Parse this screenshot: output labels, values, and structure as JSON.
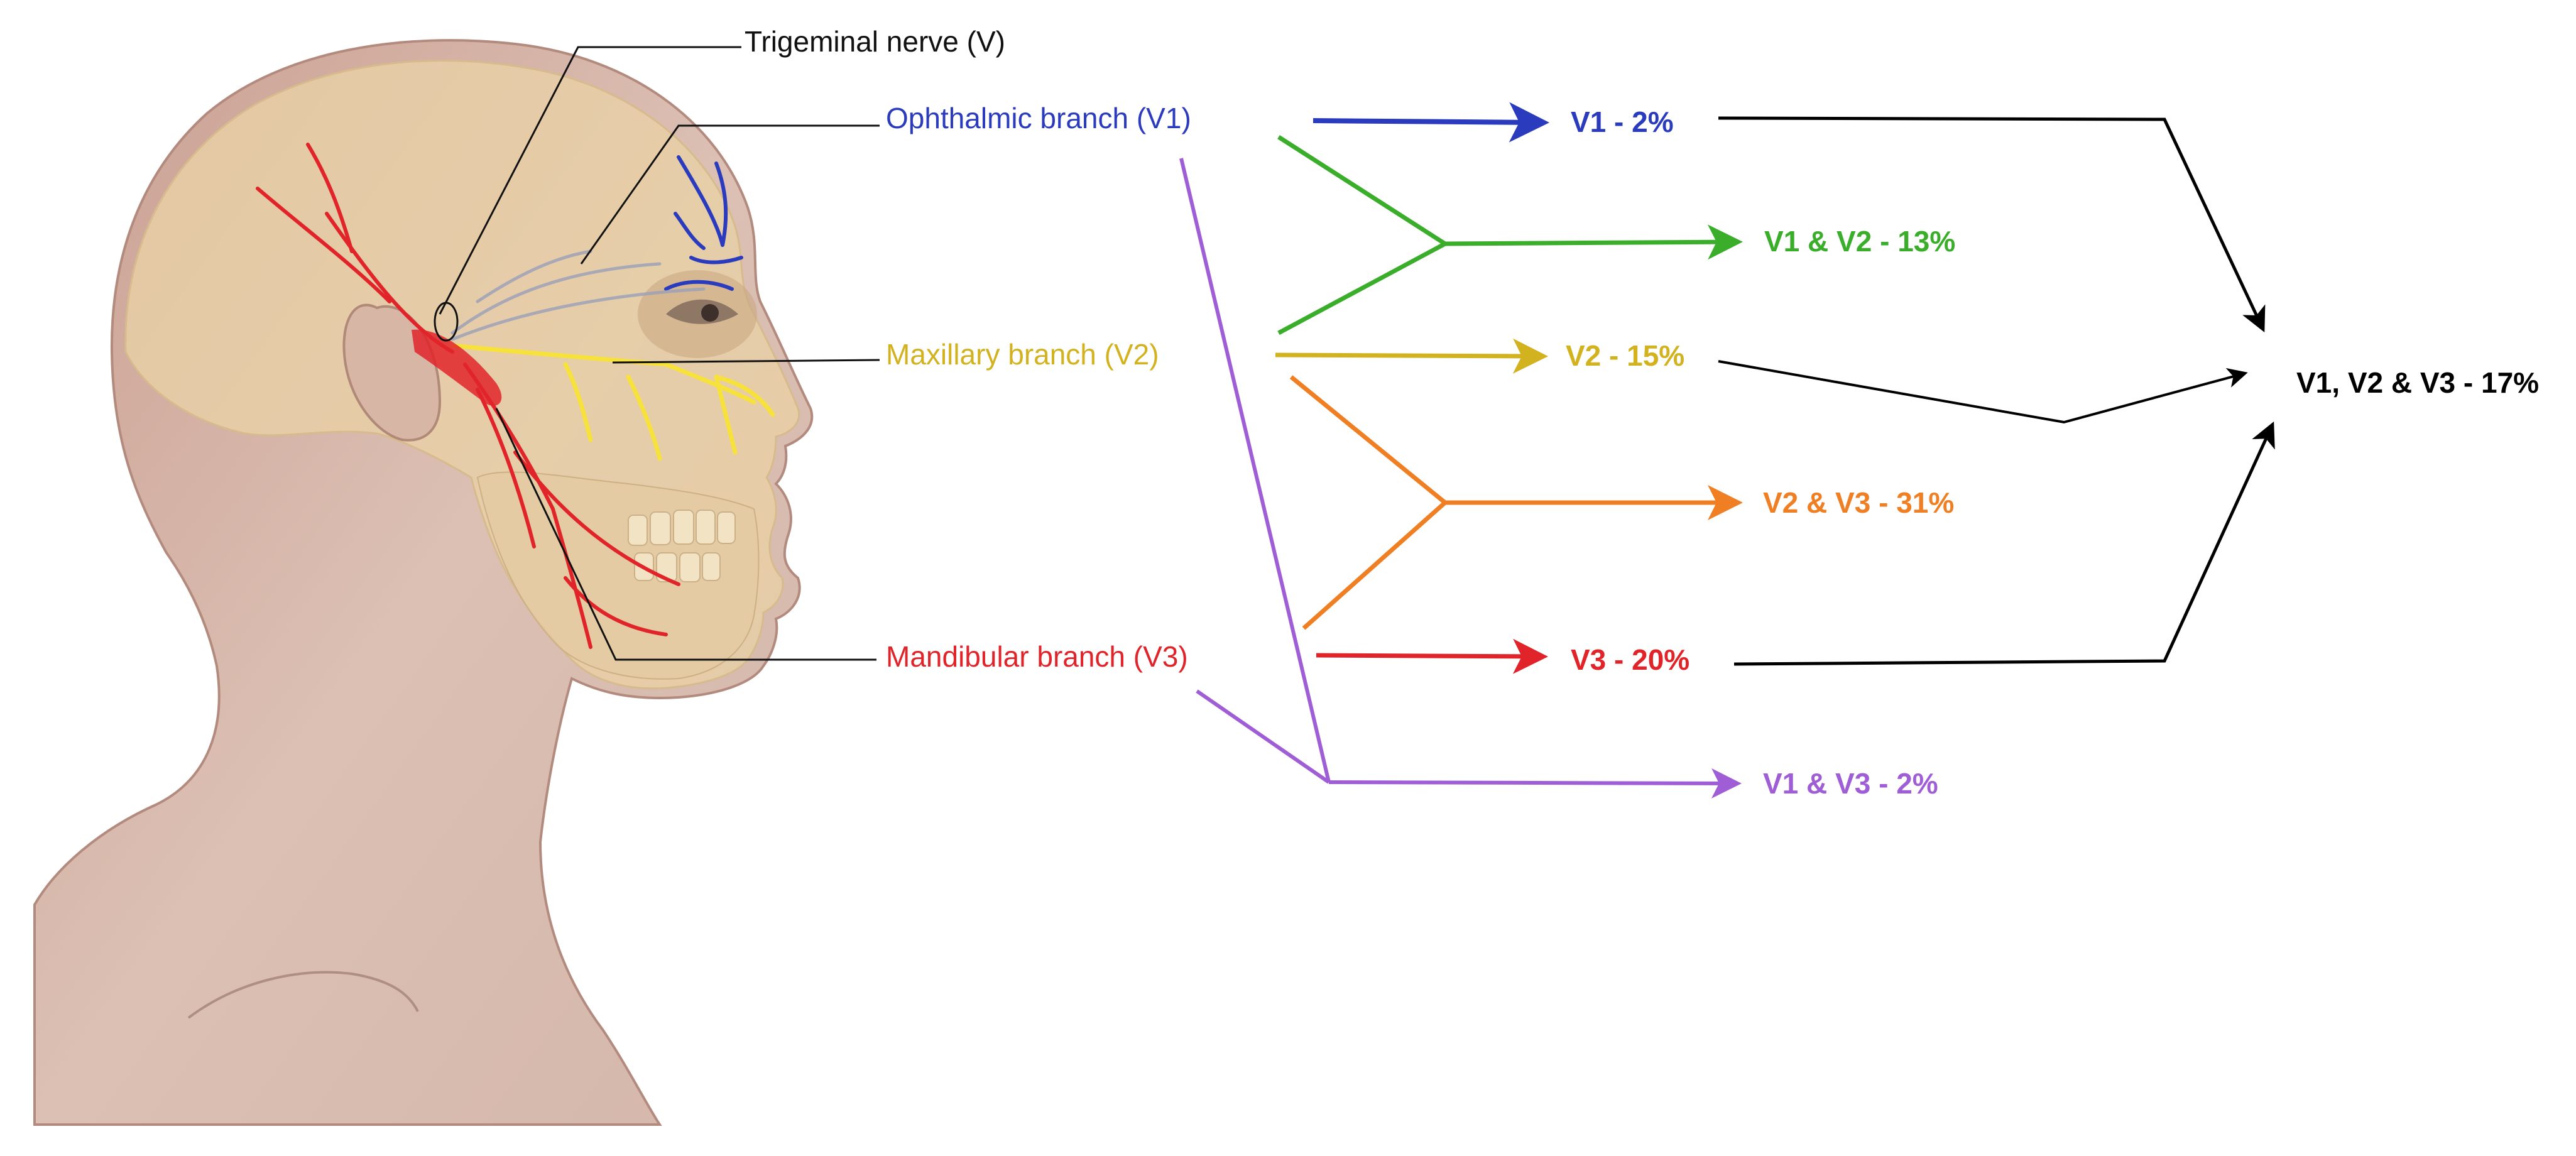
{
  "labels": {
    "trigeminal": "Trigeminal nerve (V)",
    "v1": "Ophthalmic branch (V1)",
    "v2": "Maxillary branch (V2)",
    "v3": "Mandibular branch (V3)"
  },
  "outcomes": {
    "v1_only": "V1 - 2%",
    "v1_v2": "V1 & V2 - 13%",
    "v2_only": "V2 - 15%",
    "v2_v3": "V2 & V3 - 31%",
    "v3_only": "V3 - 20%",
    "v1_v3": "V1 & V3 - 2%",
    "all": "V1, V2 & V3 - 17%"
  },
  "colors": {
    "v1": "#2b3bbd",
    "v1_v2": "#3aae2a",
    "v2": "#d2b21e",
    "v2_v3": "#ef7f22",
    "v3": "#e0242a",
    "v1_v3": "#a05ed6",
    "all": "#000000",
    "skin": "#d9b8ad",
    "skull": "#e8d1a6"
  }
}
